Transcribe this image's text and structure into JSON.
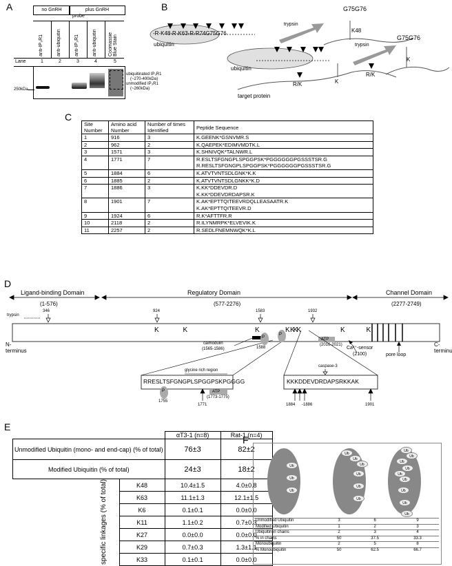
{
  "panelA": {
    "letter": "A",
    "no_gnrh": "no GnRH",
    "plus_gnrh": "plus GnRH",
    "probe": "probe",
    "lane_header": "Lane",
    "lanes": [
      {
        "probe": "anti-IP₃R1",
        "num": "1"
      },
      {
        "probe": "anti-ubiquitin",
        "num": "2"
      },
      {
        "probe": "anti-IP₃R1",
        "num": "3"
      },
      {
        "probe": "anti-ubiquitin",
        "num": "4"
      },
      {
        "probe": "Coomassie Blue Stain",
        "num": "5"
      }
    ],
    "mw_marker": "250kDa",
    "ubiq_label": "ubiquitinated IP₃R1",
    "ubiq_size": "(~270-400kDa)",
    "unmod_label": "unmodified IP₃R1",
    "unmod_size": "(~260kDa)"
  },
  "panelB": {
    "letter": "B",
    "ubiquitin1": "ubiquitin",
    "ubiquitin2": "ubiquitin",
    "seq_top": "-R-K48-R-K63-R-R74G75G76",
    "trypsin1": "trypsin",
    "trypsin2": "trypsin",
    "g75g76_a": "G75G76",
    "k48": "K48",
    "g75g76_b": "G75G76",
    "k": "K",
    "target_protein": "target protein",
    "rk1": "R/K",
    "k_mid": "K",
    "rk2": "R/K"
  },
  "panelC": {
    "letter": "C",
    "headers": [
      "Site Number",
      "Amino acid Number",
      "Number of times Identified",
      "Peptide Sequence"
    ],
    "rows": [
      {
        "site": "1",
        "aa": "916",
        "times": "3",
        "peptides": [
          "K.GEENK*GSNVMR.S"
        ]
      },
      {
        "site": "2",
        "aa": "962",
        "times": "2",
        "peptides": [
          "K.QAEPEK*EDIMVMDTK.L"
        ]
      },
      {
        "site": "3",
        "aa": "1571",
        "times": "3",
        "peptides": [
          "K.SHNIVQK*TALNWR.L"
        ]
      },
      {
        "site": "4",
        "aa": "1771",
        "times": "7",
        "peptides": [
          "R.ESLTSFGNGPLSPGGPSK*PGGGGGGPGSSSTSR.G",
          "R.RESLTSFGNGPLSPGGPSK*PGGGGGGPGSSSTSR.G"
        ]
      },
      {
        "site": "5",
        "aa": "1884",
        "times": "6",
        "peptides": [
          "K.ATVTVNTSDLGNK*K.K"
        ]
      },
      {
        "site": "6",
        "aa": "1885",
        "times": "2",
        "peptides": [
          "K.ATVTVNTSDLGNKK*K.D"
        ]
      },
      {
        "site": "7",
        "aa": "1886",
        "times": "3",
        "peptides": [
          "K.KK*DDEVDR.D",
          "K.KK*DDEVDRDAPSR.K"
        ]
      },
      {
        "site": "8",
        "aa": "1901",
        "times": "7",
        "peptides": [
          "K.AK*EPTTQITEEVRDQLLEASAATR.K",
          "K.AK*EPTTQITEEVR.D"
        ]
      },
      {
        "site": "9",
        "aa": "1924",
        "times": "6",
        "peptides": [
          "R.K*AFTTFR.R"
        ]
      },
      {
        "site": "10",
        "aa": "2118",
        "times": "2",
        "peptides": [
          "R.ILYNMRPK*ELVEVIK.K"
        ]
      },
      {
        "site": "11",
        "aa": "2257",
        "times": "2",
        "peptides": [
          "R.SEDLFNEMNWQK*K.L"
        ]
      }
    ]
  },
  "panelD": {
    "letter": "D",
    "ligand_domain": "Ligand-binding Domain",
    "ligand_range": "(1-576)",
    "regulatory_domain": "Regulatory Domain",
    "regulatory_range": "(577-2276)",
    "channel_domain": "Channel Domain",
    "channel_range": "(2277-2749)",
    "trypsin": "trypsin",
    "n_term": "N-\nterminus",
    "c_term": "C-\nterminus",
    "sites_top": [
      "346",
      "924",
      "1583",
      "1932"
    ],
    "calmodulin": "calmodulin",
    "calmodulin_range": "(1565-1586)",
    "p_site": "1588",
    "atp1": "ATP",
    "atp1_range": "(2016-2021)",
    "ca_sensor": "Ca²⁺-sensor",
    "ca_num": "(2100)",
    "pore_loop": "pore loop",
    "glycine_region": "glycine rich region",
    "glycine_seq": "RRESLTSFGNGPLSPGGPSKPGGGG",
    "atp2": "ATP",
    "atp2_range": "(1773-1775)",
    "p_1755": "1755",
    "site_1771": "1771",
    "caspase": "caspase-3",
    "caspase_seq": "KKKDDEVDRDAPSRKKAK",
    "site_1884": "1884",
    "site_1886": "-1886",
    "site_1901": "1901",
    "p": "P"
  },
  "panelE": {
    "letter": "E",
    "col1": "αT3-1 (n=8)",
    "col2": "Rat-1 (n=4)",
    "unmod_label": "Unmodified Ubiquitin (mono- and end-cap) (% of total)",
    "unmod_v1": "76±3",
    "unmod_v2": "82±2",
    "mod_label": "Modified Ubiquitin (% of total)",
    "mod_v1": "24±3",
    "mod_v2": "18±2",
    "linkage_label": "specific linkages (% of total)",
    "linkages": [
      {
        "name": "K48",
        "v1": "10.4±1.5",
        "v2": "4.0±0.8"
      },
      {
        "name": "K63",
        "v1": "11.1±1.3",
        "v2": "12.1±1.5"
      },
      {
        "name": "K6",
        "v1": "0.1±0.1",
        "v2": "0.0±0.0"
      },
      {
        "name": "K11",
        "v1": "1.1±0.2",
        "v2": "0.7±0.3"
      },
      {
        "name": "K27",
        "v1": "0.0±0.0",
        "v2": "0.0±0.0"
      },
      {
        "name": "K29",
        "v1": "0.7±0.3",
        "v2": "1.3±1.1"
      },
      {
        "name": "K33",
        "v1": "0.1±0.1",
        "v2": "0.0±0.0"
      }
    ]
  },
  "panelF": {
    "letter": "F",
    "ub": "Ub",
    "rows": [
      {
        "label": "Unmodified Ubiquitin",
        "vals": [
          "3",
          "6",
          "9"
        ]
      },
      {
        "label": "Modified Ubiquitin",
        "vals": [
          "1",
          "2",
          "3"
        ]
      },
      {
        "label": "Ubiquitin in chains",
        "vals": [
          "2",
          "3",
          "4"
        ]
      },
      {
        "label": "% in chains",
        "vals": [
          "50",
          "37.5",
          "33.3"
        ]
      },
      {
        "label": "Monoubiquitin",
        "vals": [
          "2",
          "5",
          "8"
        ]
      },
      {
        "label": "% Monoubiquitin",
        "vals": [
          "50",
          "62.5",
          "66.7"
        ]
      }
    ]
  }
}
